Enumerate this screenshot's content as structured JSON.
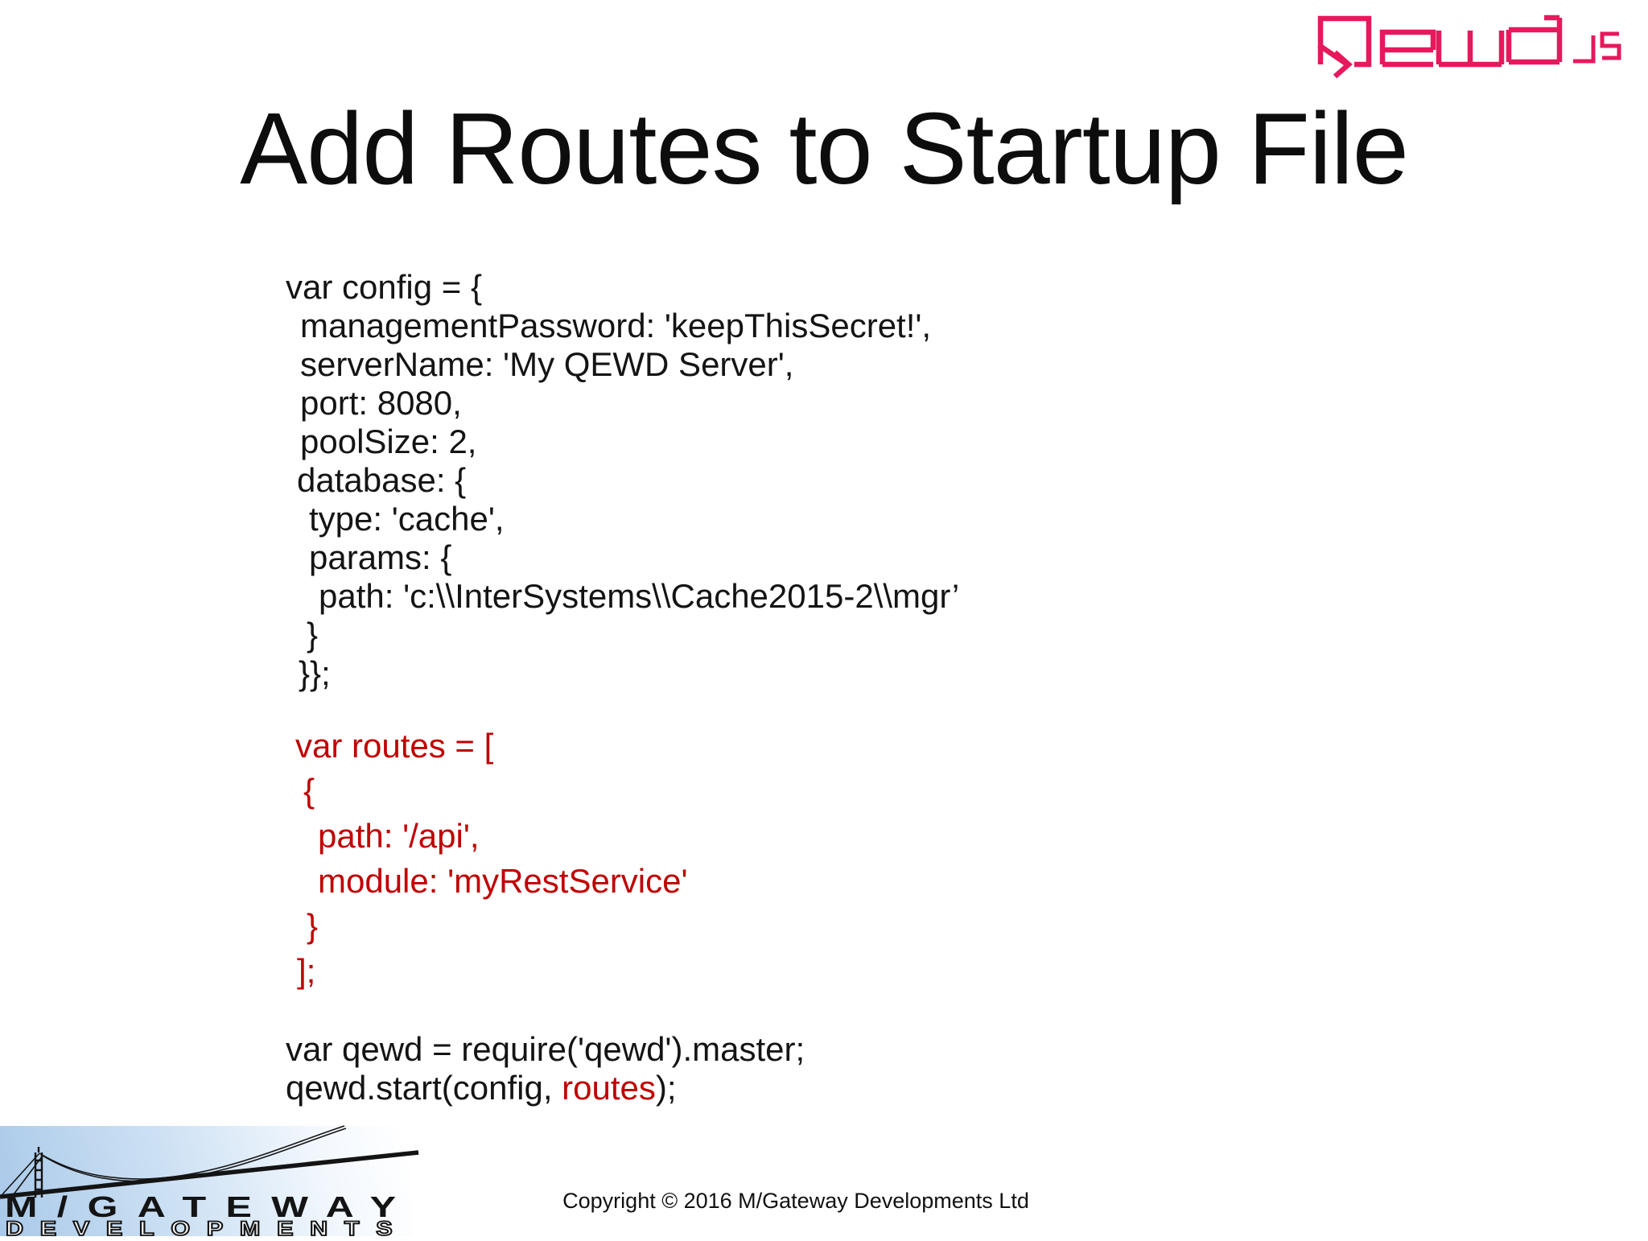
{
  "slide": {
    "title": "Add Routes to Startup File",
    "footer": "Copyright © 2016 M/Gateway Developments Ltd"
  },
  "colors": {
    "code_black": "#141414",
    "code_red": "#c00000",
    "brand_pink": "#e5195c",
    "title_black": "#0d0d0d",
    "bridge_ink": "#141414",
    "bridge_blue": "#a9c9e9"
  },
  "qewd_logo": {
    "text": "Qewd js"
  },
  "mgateway_logo": {
    "line1": "M/GATEWAY",
    "line2": "DEVELOPMENTS"
  },
  "code": {
    "block1": {
      "lines": [
        {
          "ind": 0,
          "segs": [
            {
              "t": "var config = {",
              "c": "black"
            }
          ]
        },
        {
          "ind": 18,
          "segs": [
            {
              "t": "managementPassword: 'keepThisSecret!',",
              "c": "black"
            }
          ]
        },
        {
          "ind": 18,
          "segs": [
            {
              "t": "serverName: 'My QEWD Server',",
              "c": "black"
            }
          ]
        },
        {
          "ind": 18,
          "segs": [
            {
              "t": "port: 8080,",
              "c": "black"
            }
          ]
        },
        {
          "ind": 18,
          "segs": [
            {
              "t": "poolSize: 2,",
              "c": "black"
            }
          ]
        },
        {
          "ind": 14,
          "segs": [
            {
              "t": "database: {",
              "c": "black"
            }
          ]
        },
        {
          "ind": 29,
          "segs": [
            {
              "t": "type: 'cache',",
              "c": "black"
            }
          ]
        },
        {
          "ind": 29,
          "segs": [
            {
              "t": "params: {",
              "c": "black"
            }
          ]
        },
        {
          "ind": 41,
          "segs": [
            {
              "t": "path: 'c:\\\\InterSystems\\\\Cache2015-2\\\\mgr’",
              "c": "black"
            }
          ]
        },
        {
          "ind": 26,
          "segs": [
            {
              "t": "}",
              "c": "black"
            }
          ]
        },
        {
          "ind": 16,
          "segs": [
            {
              "t": "}};",
              "c": "black"
            }
          ]
        }
      ]
    },
    "block2": {
      "lines": [
        {
          "ind": 12,
          "segs": [
            {
              "t": "var routes = [",
              "c": "red"
            }
          ]
        },
        {
          "ind": 22,
          "segs": [
            {
              "t": "{",
              "c": "red"
            }
          ]
        },
        {
          "ind": 40,
          "segs": [
            {
              "t": "path: '/api',",
              "c": "red"
            }
          ]
        },
        {
          "ind": 40,
          "segs": [
            {
              "t": "module: 'myRestService'",
              "c": "red"
            }
          ]
        },
        {
          "ind": 26,
          "segs": [
            {
              "t": "}",
              "c": "red"
            }
          ]
        },
        {
          "ind": 14,
          "segs": [
            {
              "t": "];",
              "c": "red"
            }
          ]
        }
      ]
    },
    "block3": {
      "lines": [
        {
          "ind": 0,
          "segs": [
            {
              "t": "var qewd = require('qewd').master;",
              "c": "black"
            }
          ]
        },
        {
          "ind": 0,
          "segs": [
            {
              "t": "qewd.start(config, ",
              "c": "black"
            },
            {
              "t": "routes",
              "c": "red"
            },
            {
              "t": ");",
              "c": "black"
            }
          ]
        }
      ]
    }
  }
}
